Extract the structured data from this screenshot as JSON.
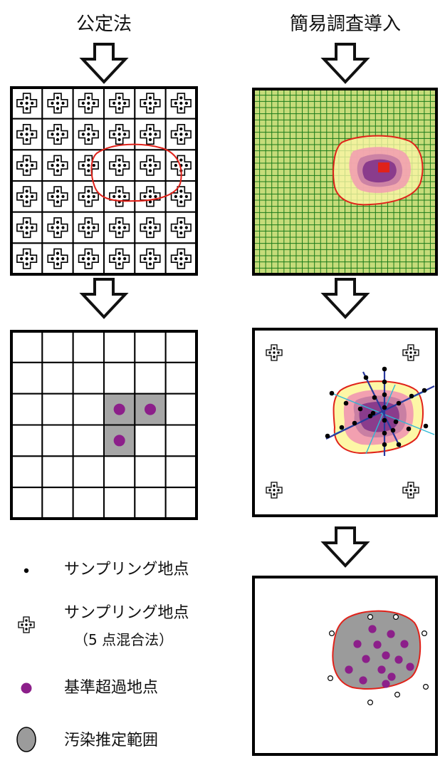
{
  "left_title": "公定法",
  "right_title": "簡易調査導入",
  "legend": {
    "sampling_point": "サンプリング地点",
    "composite_point": "サンプリング地点",
    "composite_note": "（5 点混合法）",
    "exceed_point": "基準超過地点",
    "estimated_range": "汚染推定範囲"
  },
  "colors": {
    "grid_green": "#c6dc7a",
    "grid_line": "#1a7a1a",
    "contour_red": "#e0221a",
    "zone_yellow": "#fdf7a6",
    "zone_pink": "#f2a0b0",
    "zone_mauve": "#c97fa3",
    "zone_purple": "#8a3c8c",
    "exceed_purple": "#8c1f8a",
    "cell_gray": "#a6a6a6",
    "range_gray": "#9b9b9b",
    "line_blue": "#2b3a9e",
    "line_cyan": "#2fb9d6"
  }
}
